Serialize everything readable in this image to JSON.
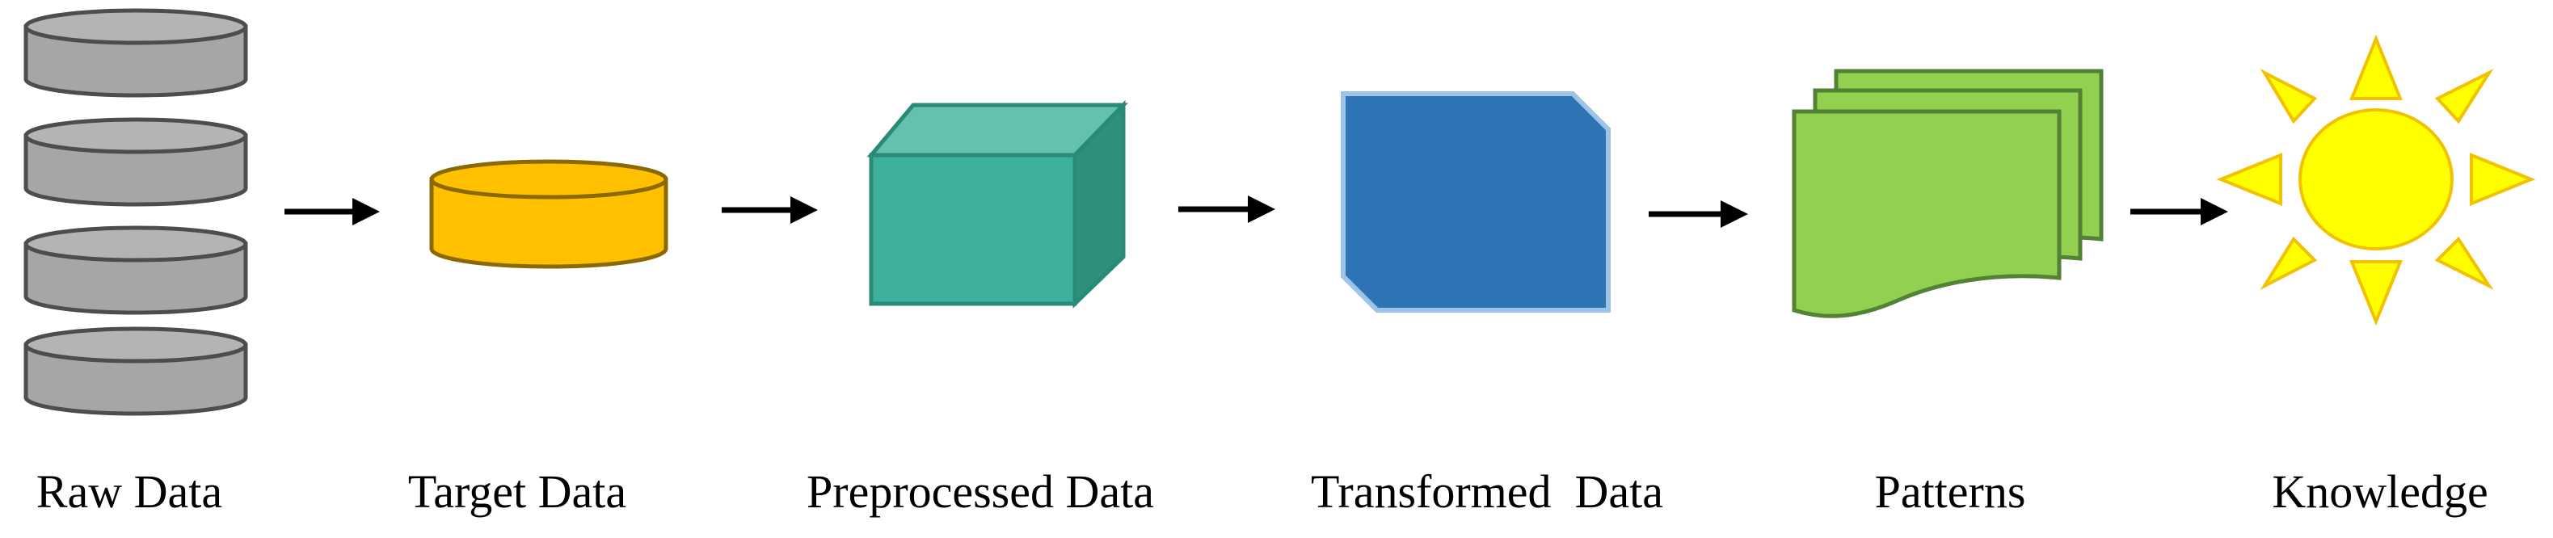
{
  "diagram": {
    "stages": [
      {
        "id": "raw",
        "label": "Raw Data",
        "icon": "database-stack-icon",
        "color": "#a6a6a6"
      },
      {
        "id": "target",
        "label": "Target Data",
        "icon": "cylinder-icon",
        "color": "#ffc000"
      },
      {
        "id": "preprocessed",
        "label": "Preprocessed Data",
        "icon": "cube-icon",
        "color": "#3cb09a"
      },
      {
        "id": "transformed",
        "label": "Transformed  Data",
        "icon": "beveled-square-icon",
        "color": "#2e75b6"
      },
      {
        "id": "patterns",
        "label": "Patterns",
        "icon": "document-stack-icon",
        "color": "#92d050"
      },
      {
        "id": "knowledge",
        "label": "Knowledge",
        "icon": "sun-icon",
        "color": "#ffff00"
      }
    ],
    "arrow_color": "#000000"
  }
}
